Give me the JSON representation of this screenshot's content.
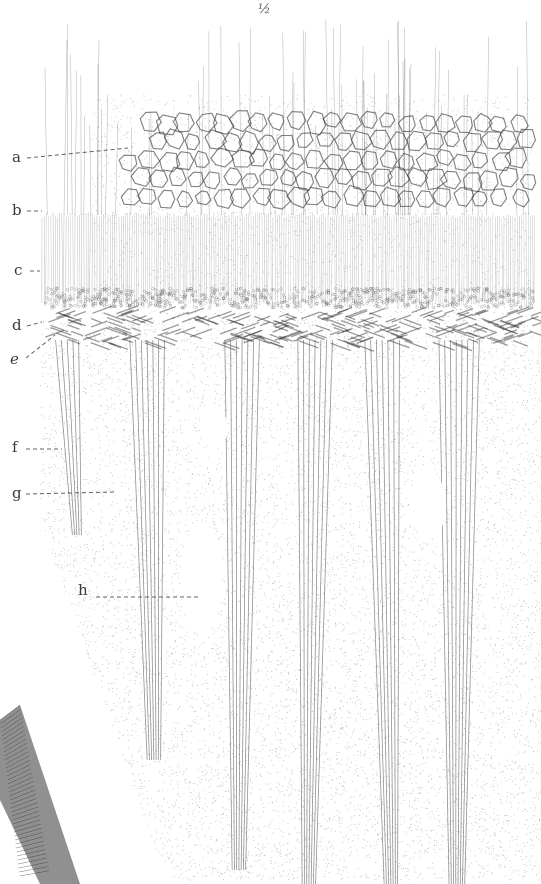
{
  "figure": {
    "number": "½",
    "labels": {
      "a": "a",
      "b": "b",
      "c": "c",
      "d": "d",
      "e": "e",
      "f": "f",
      "g": "g",
      "h": "h"
    }
  },
  "colors": {
    "ink": "#3a3a3a",
    "stipple": "#8a8a8a",
    "paper": "#ffffff"
  }
}
